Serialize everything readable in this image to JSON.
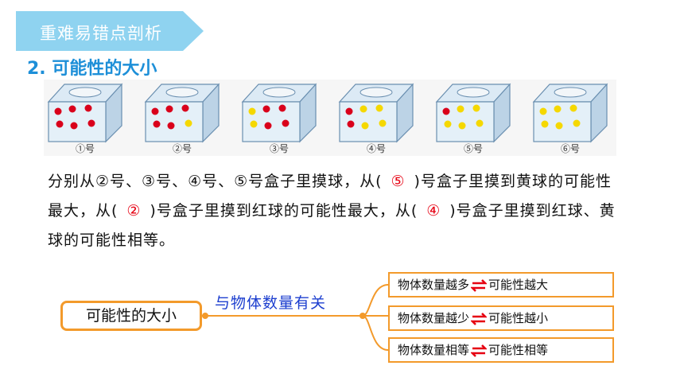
{
  "banner": {
    "title": "重难易错点剖析",
    "color": "#8fd3f0"
  },
  "section": {
    "title": "2. 可能性的大小"
  },
  "boxes": [
    {
      "label": "①号",
      "balls": [
        "red",
        "red",
        "red",
        "red",
        "red",
        "red"
      ]
    },
    {
      "label": "②号",
      "balls": [
        "red",
        "red",
        "red",
        "red",
        "red",
        "yellow"
      ]
    },
    {
      "label": "③号",
      "balls": [
        "yellow",
        "red",
        "red",
        "yellow",
        "red",
        "red"
      ]
    },
    {
      "label": "④号",
      "balls": [
        "red",
        "yellow",
        "yellow",
        "red",
        "yellow",
        "yellow"
      ]
    },
    {
      "label": "⑤号",
      "balls": [
        "red",
        "yellow",
        "yellow",
        "yellow",
        "yellow",
        "yellow"
      ]
    },
    {
      "label": "⑥号",
      "balls": [
        "yellow",
        "yellow",
        "yellow",
        "yellow",
        "yellow",
        "yellow"
      ]
    }
  ],
  "question": {
    "part1": "分别从②号、③号、④号、⑤号盒子里摸球，从(",
    "ans1": "⑤",
    "part2": ")号盒子里摸到黄球的可能性最大，从(",
    "ans2": "②",
    "part3": ")号盒子里摸到红球的可能性最大，从(",
    "ans3": "④",
    "part4": ")号盒子里摸到红球、黄球的可能性相等。"
  },
  "mindmap": {
    "root": "可能性的大小",
    "middle": "与物体数量有关",
    "leaves": [
      {
        "left": "物体数量越多",
        "right": "可能性越大"
      },
      {
        "left": "物体数量越少",
        "right": "可能性越小"
      },
      {
        "left": "物体数量相等",
        "right": "可能性相等"
      }
    ]
  },
  "colors": {
    "red_ball": "#d9001b",
    "yellow_ball": "#f5d800",
    "answer": "#e60012",
    "accent": "#f39a2b",
    "title_blue": "#1d8fd8"
  }
}
